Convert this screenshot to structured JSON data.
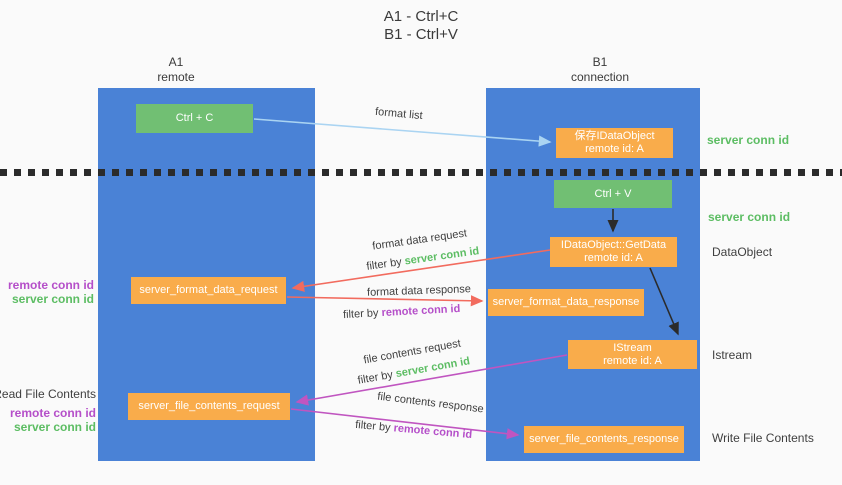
{
  "title": {
    "line1": "A1 - Ctrl+C",
    "line2": "B1 - Ctrl+V"
  },
  "columns": {
    "left": {
      "id": "A1",
      "subtitle": "remote"
    },
    "right": {
      "id": "B1",
      "subtitle": "connection"
    }
  },
  "nodes": {
    "ctrl_c": "Ctrl + C",
    "ctrl_v": "Ctrl + V",
    "save_dataobject": {
      "line1": "保存IDataObject",
      "line2": "remote id: A"
    },
    "getdata": {
      "line1": "IDataObject::GetData",
      "line2": "remote id: A"
    },
    "istream": {
      "line1": "IStream",
      "line2": "remote id: A"
    },
    "format_request": "server_format_data_request",
    "format_response": "server_format_data_response",
    "file_request": "server_file_contents_request",
    "file_response": "server_file_contents_response"
  },
  "labels": {
    "format_list": "format list",
    "format_data_request": "format data request",
    "format_data_response": "format data response",
    "file_contents_request": "file contents request",
    "file_contents_response": "file contents response",
    "filter_by": "filter by ",
    "server_conn_id": "server conn id",
    "remote_conn_id": "remote conn id",
    "dataobject": "DataObject",
    "istream_side": "Istream",
    "read_file_contents": "Read File Contents",
    "write_file_contents": "Write File Contents"
  },
  "colors": {
    "column_blue": "#4a82d6",
    "box_green": "#71bf73",
    "box_orange": "#f9ac4b",
    "arrow_lightblue": "#aad4f2",
    "arrow_black": "#2b2b2b",
    "arrow_red": "#f26b5e",
    "arrow_magenta": "#c055c0",
    "text_green": "#5cbd63",
    "text_purple": "#b54fc9",
    "text_dark": "#3f3f3f"
  }
}
